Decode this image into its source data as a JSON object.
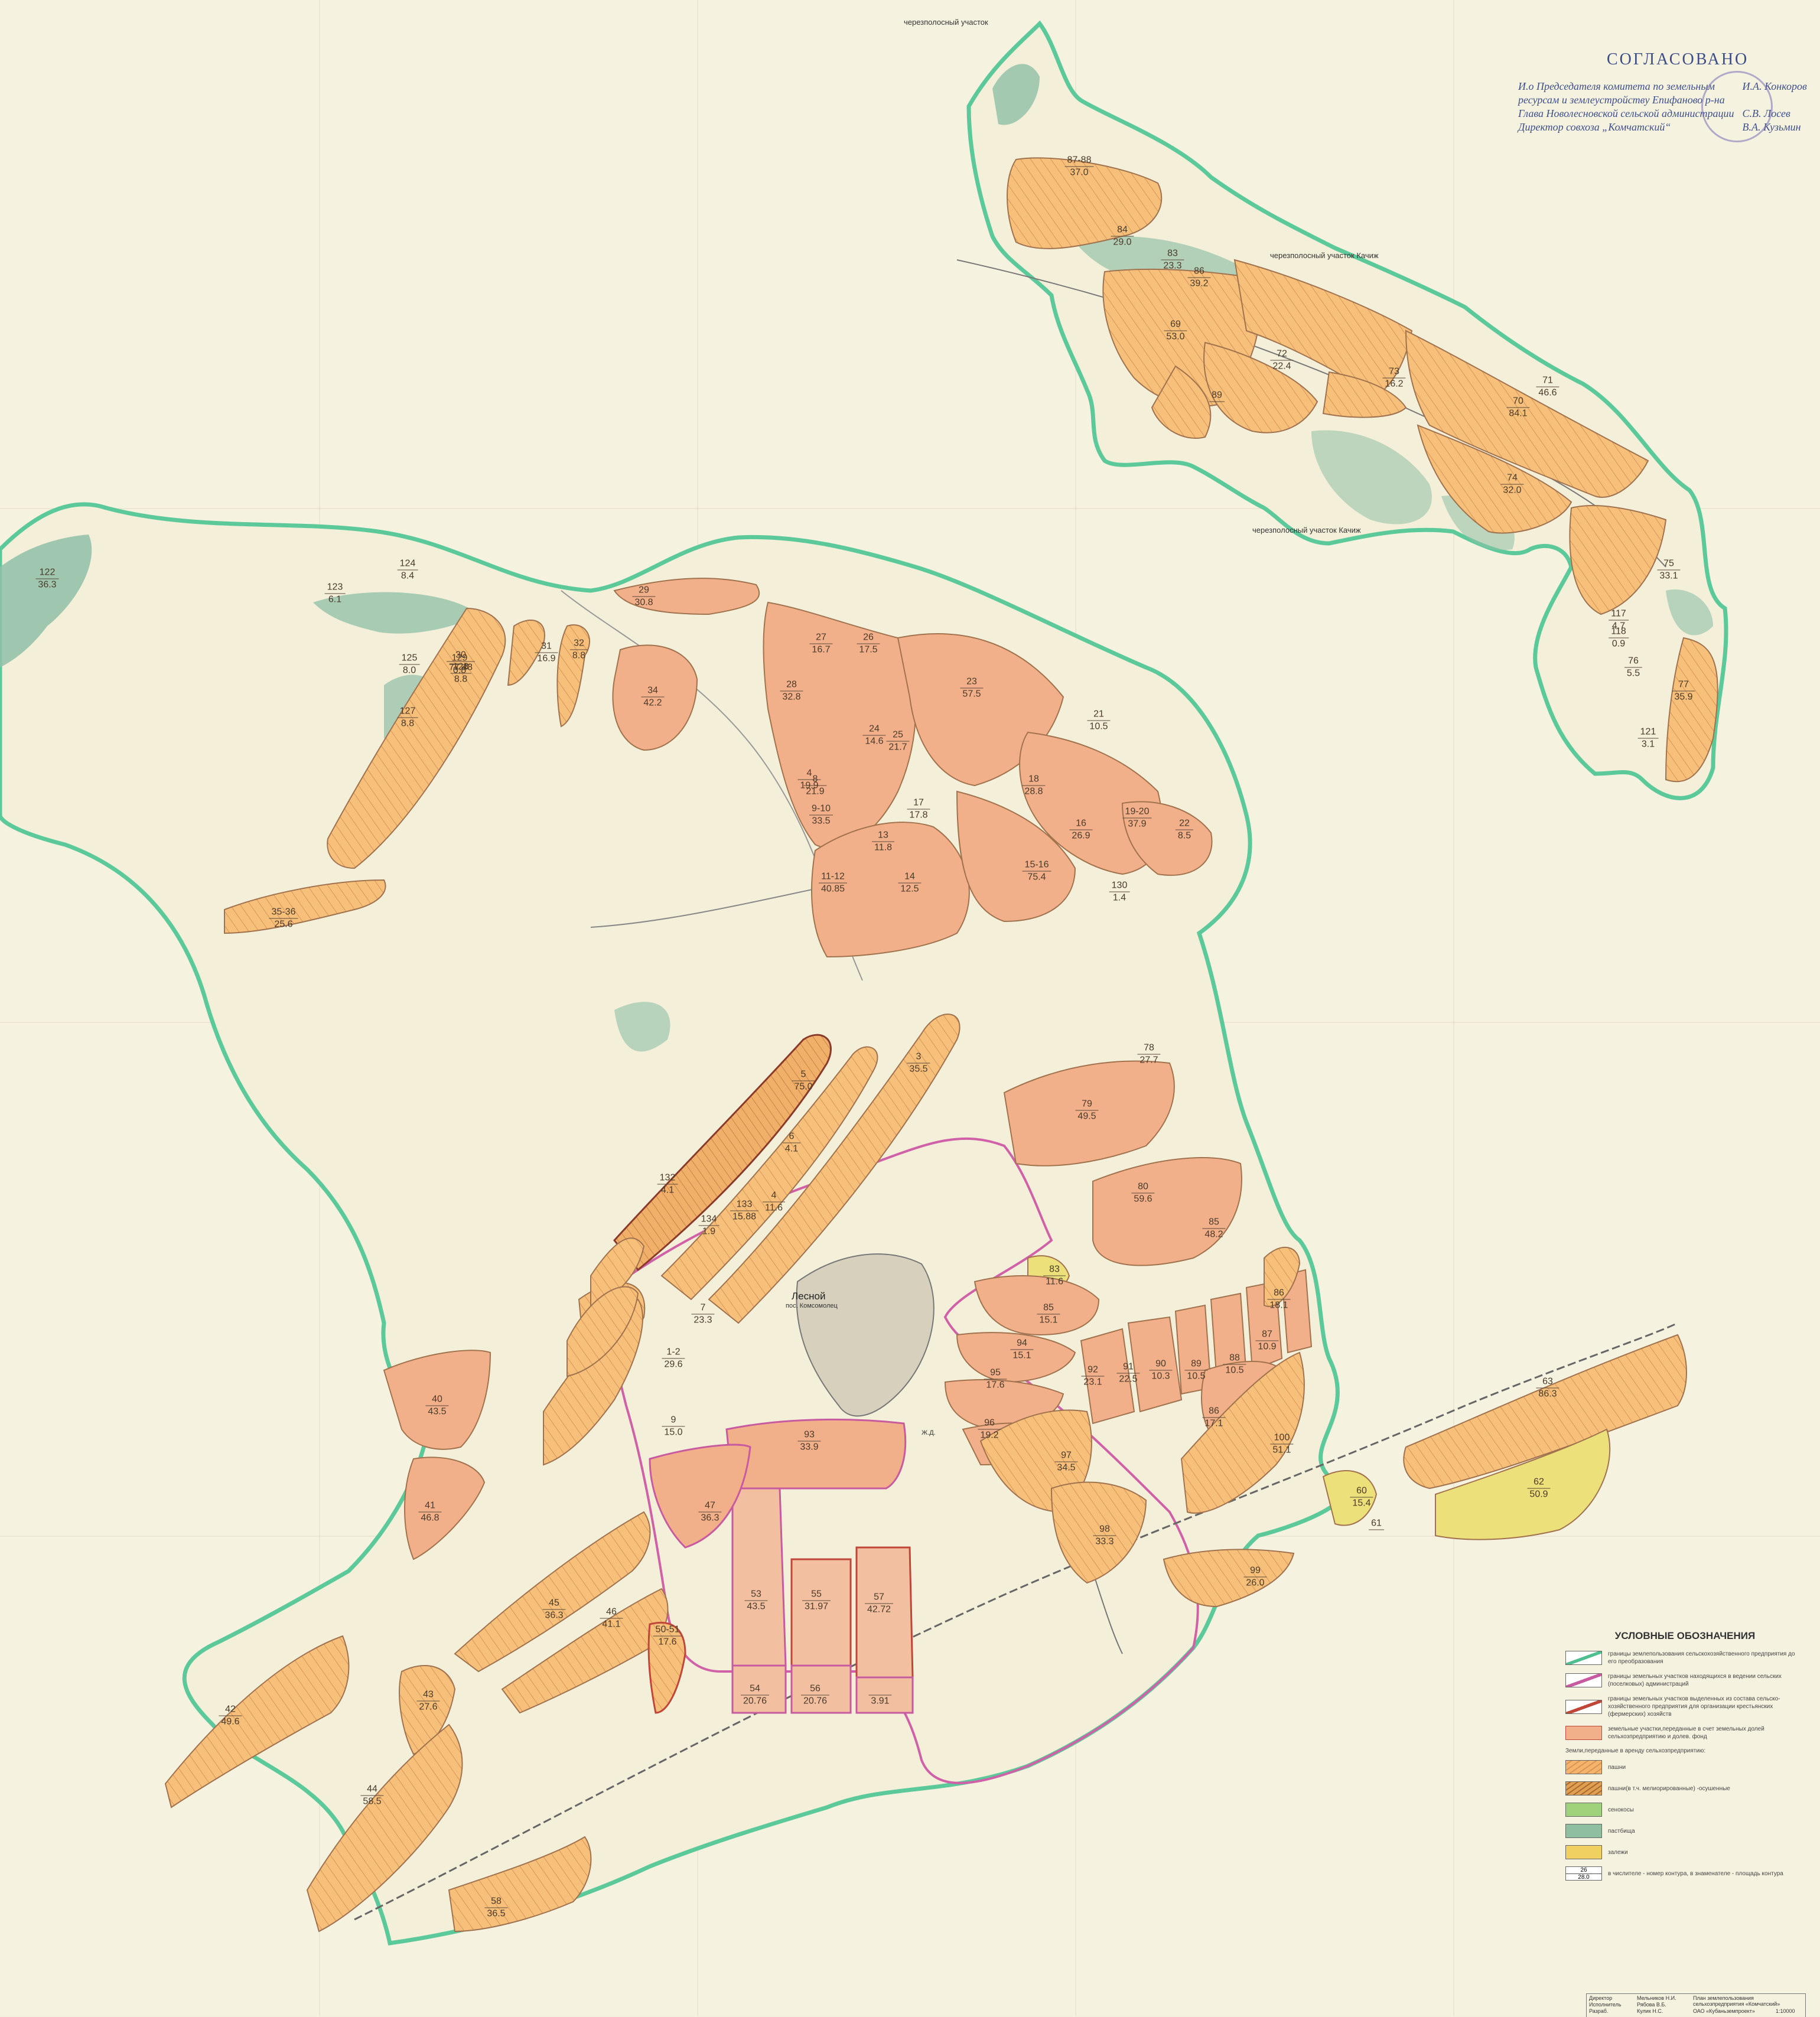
{
  "approval": {
    "title": "СОГЛАСОВАНО",
    "lines": [
      "И.о Председателя комитета по земельным",
      "ресурсам и землеустройству Епифаново р-на",
      "Глава Новолесновской сельской администрации",
      "Директор совхоза „Комчатский“"
    ],
    "signers": [
      "И.А. Конкоров",
      "С.В. Лосев",
      "В.А. Кузьмин"
    ]
  },
  "map_labels": {
    "top_strip": "черезполосный участок",
    "strip_kachuk": "черезполосный участок Качиж",
    "strip_kachuk2": "черезполосный участок Качиж",
    "village": "Лесной",
    "village_sub": "пос. Комсомолец",
    "station": "Ж.Д."
  },
  "parcels": [
    {
      "n": "87-88",
      "a": "37.0"
    },
    {
      "n": "84",
      "a": "29.0"
    },
    {
      "n": "83",
      "a": "23.3"
    },
    {
      "n": "86",
      "a": "39.2"
    },
    {
      "n": "69",
      "a": "53.0"
    },
    {
      "n": "72",
      "a": "22.4"
    },
    {
      "n": "89",
      "a": ""
    },
    {
      "n": "73",
      "a": "16.2"
    },
    {
      "n": "71",
      "a": "46.6"
    },
    {
      "n": "70",
      "a": "84.1"
    },
    {
      "n": "74",
      "a": "32.0"
    },
    {
      "n": "75",
      "a": "33.1"
    },
    {
      "n": "77",
      "a": "35.9"
    },
    {
      "n": "76",
      "a": "5.5"
    },
    {
      "n": "117",
      "a": "4.7"
    },
    {
      "n": "118",
      "a": "0.9"
    },
    {
      "n": "121",
      "a": "3.1"
    },
    {
      "n": "122",
      "a": "36.3"
    },
    {
      "n": "124",
      "a": "8.4"
    },
    {
      "n": "123",
      "a": "6.1"
    },
    {
      "n": "125",
      "a": "8.0"
    },
    {
      "n": "127",
      "a": "8.8"
    },
    {
      "n": "128",
      "a": "8.8"
    },
    {
      "n": "129",
      "a": "0.8"
    },
    {
      "n": "30",
      "a": "77.48"
    },
    {
      "n": "31",
      "a": "16.9"
    },
    {
      "n": "32",
      "a": "8.8"
    },
    {
      "n": "34",
      "a": "42.2"
    },
    {
      "n": "29",
      "a": "30.8"
    },
    {
      "n": "28",
      "a": "32.8"
    },
    {
      "n": "27",
      "a": "16.7"
    },
    {
      "n": "26",
      "a": "17.5"
    },
    {
      "n": "23",
      "a": "57.5"
    },
    {
      "n": "25",
      "a": "21.7"
    },
    {
      "n": "24",
      "a": "14.6"
    },
    {
      "n": "8",
      "a": "21.9"
    },
    {
      "n": "4",
      "a": "19.9"
    },
    {
      "n": "9-10",
      "a": "33.5"
    },
    {
      "n": "13",
      "a": "11.8"
    },
    {
      "n": "11-12",
      "a": "40.85"
    },
    {
      "n": "14",
      "a": "12.5"
    },
    {
      "n": "17",
      "a": "17.8"
    },
    {
      "n": "18",
      "a": "28.8"
    },
    {
      "n": "21",
      "a": "10.5"
    },
    {
      "n": "19-20",
      "a": "37.9"
    },
    {
      "n": "16",
      "a": "26.9"
    },
    {
      "n": "22",
      "a": "8.5"
    },
    {
      "n": "15-16",
      "a": "75.4"
    },
    {
      "n": "130",
      "a": "1.4"
    },
    {
      "n": "35-36",
      "a": "25.6"
    },
    {
      "n": "3",
      "a": "35.5"
    },
    {
      "n": "5",
      "a": "75.0"
    },
    {
      "n": "6",
      "a": "4.1"
    },
    {
      "n": "4",
      "a": "11.6"
    },
    {
      "n": "7",
      "a": "23.3"
    },
    {
      "n": "1-2",
      "a": "29.6"
    },
    {
      "n": "9",
      "a": "15.0"
    },
    {
      "n": "132",
      "a": "4.1"
    },
    {
      "n": "133",
      "a": "15.88"
    },
    {
      "n": "134",
      "a": "1.9"
    },
    {
      "n": "78",
      "a": "27.7"
    },
    {
      "n": "79",
      "a": "49.5"
    },
    {
      "n": "80",
      "a": "59.6"
    },
    {
      "n": "85",
      "a": "48.2"
    },
    {
      "n": "83",
      "a": "11.6"
    },
    {
      "n": "86",
      "a": "18.1"
    },
    {
      "n": "85",
      "a": "15.1"
    },
    {
      "n": "94",
      "a": "15.1"
    },
    {
      "n": "95",
      "a": "17.6"
    },
    {
      "n": "96",
      "a": "19.2"
    },
    {
      "n": "92",
      "a": "23.1"
    },
    {
      "n": "91",
      "a": "22.5"
    },
    {
      "n": "90",
      "a": "10.3"
    },
    {
      "n": "89",
      "a": "10.5"
    },
    {
      "n": "88",
      "a": "10.5"
    },
    {
      "n": "87",
      "a": "10.9"
    },
    {
      "n": "86",
      "a": "17.1"
    },
    {
      "n": "100",
      "a": "51.1"
    },
    {
      "n": "97",
      "a": "34.5"
    },
    {
      "n": "98",
      "a": "33.3"
    },
    {
      "n": "99",
      "a": "26.0"
    },
    {
      "n": "63",
      "a": "86.3"
    },
    {
      "n": "62",
      "a": "50.9"
    },
    {
      "n": "60",
      "a": "15.4"
    },
    {
      "n": "61",
      "a": ""
    },
    {
      "n": "40",
      "a": "43.5"
    },
    {
      "n": "41",
      "a": "46.8"
    },
    {
      "n": "47",
      "a": "36.3"
    },
    {
      "n": "93",
      "a": "33.9"
    },
    {
      "n": "53",
      "a": "43.5"
    },
    {
      "n": "55",
      "a": "31.97"
    },
    {
      "n": "57",
      "a": "42.72"
    },
    {
      "n": "54",
      "a": "20.76"
    },
    {
      "n": "56",
      "a": "20.76"
    },
    {
      "n": "",
      "a": "3.91"
    },
    {
      "n": "45",
      "a": "36.3"
    },
    {
      "n": "46",
      "a": "41.1"
    },
    {
      "n": "50-51",
      "a": "17.6"
    },
    {
      "n": "42",
      "a": "49.6"
    },
    {
      "n": "43",
      "a": "27.6"
    },
    {
      "n": "44",
      "a": "58.5"
    },
    {
      "n": "58",
      "a": "36.5"
    }
  ],
  "legend": {
    "title": "УСЛОВНЫЕ ОБОЗНАЧЕНИЯ",
    "items": [
      {
        "text": "границы землепользования сельскохозяйственного предприятия до его преобразования",
        "color": "#4fbf8f",
        "kind": "line"
      },
      {
        "text": "границы земельных участков находящихся в ведении сельских (поселковых) администраций",
        "color": "#c85aa0",
        "kind": "line"
      },
      {
        "text": "границы земельных участков выделенных из состава сельско-хозяйственного предприятия для организации крестьянских (фермерских) хозяйств",
        "color": "#c0463a",
        "kind": "line"
      },
      {
        "text": "земельные участки,переданные в счет земельных долей сельхозпредприятию и долев. фонд",
        "color": "#f2b08a",
        "kind": "fill"
      }
    ],
    "subhead": "Земли,переданные в аренду сельхозпредприятию:",
    "land_types": [
      {
        "text": "пашни",
        "color": "#f5b46a"
      },
      {
        "text": "пашни(в т.ч. мелиорированные) -осушенные",
        "color": "#e0a050"
      },
      {
        "text": "сенокосы",
        "color": "#9fd27a"
      },
      {
        "text": "пастбища",
        "color": "#8fbfa0"
      },
      {
        "text": "залежи",
        "color": "#f0d060"
      }
    ],
    "sample": {
      "n": "26",
      "a": "28.0",
      "text": "в числителе - номер контура, в знаменателе - площадь контура"
    }
  },
  "titleblock": {
    "rows": [
      "Директор",
      "Исполнитель",
      "Разраб."
    ],
    "names": [
      "Мельников Н.И.",
      "Рябова В.Б.",
      "Кулик Н.С."
    ],
    "title": "План землепользования сельхозпредприятия «Комчатский»",
    "org": "ОАО «Кубаньземпроект»",
    "scale": "1:10000"
  },
  "colors": {
    "parcel_orange": "#f2b08a",
    "arable_hatch": "#f5bf7a",
    "boundary_green": "#5cc99a",
    "boundary_pink": "#d060a8",
    "boundary_red": "#c24a3a",
    "forest": "#8fbfa8",
    "fallow": "#ece07a"
  }
}
